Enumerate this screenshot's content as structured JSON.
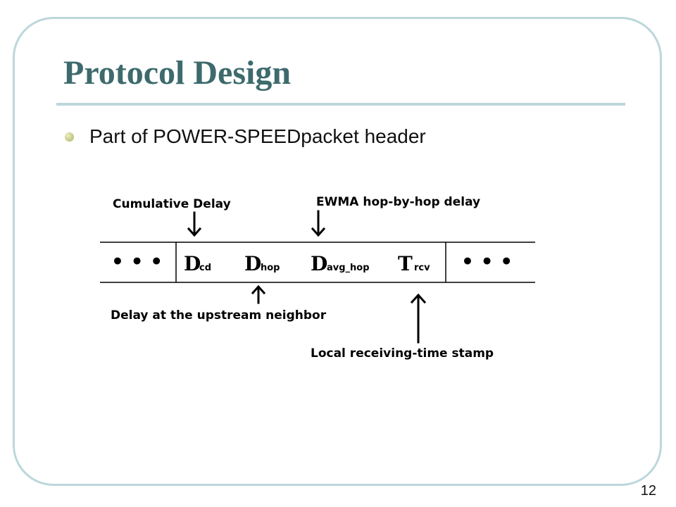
{
  "slide": {
    "title": "Protocol Design",
    "bullet": "Part of POWER-SPEEDpacket header",
    "number": "12"
  },
  "diagram": {
    "labels": {
      "cumulative_delay": "Cumulative Delay",
      "ewma_delay": "EWMA hop-by-hop delay",
      "upstream_delay": "Delay at the upstream neighbor",
      "local_timestamp": "Local receiving-time stamp"
    },
    "ellipsis": "• • •",
    "fields": [
      {
        "main": "D",
        "sub": "cd"
      },
      {
        "main": "D",
        "sub": "hop"
      },
      {
        "main": "D",
        "sub": "avg_hop"
      },
      {
        "main": "T",
        "sub": "rcv"
      }
    ]
  },
  "colors": {
    "title": "#3d6a6d",
    "rule": "#bcd7db",
    "bullet": "#c7cc8c"
  }
}
